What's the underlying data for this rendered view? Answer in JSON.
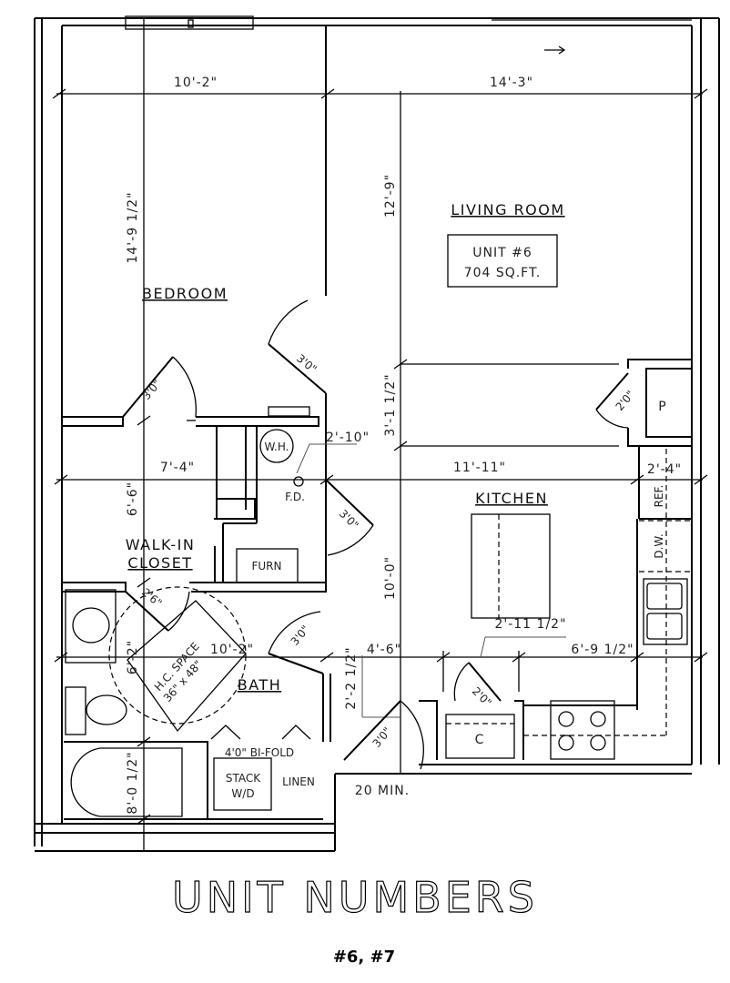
{
  "plan": {
    "dims": {
      "bedroom_width": "10'-2\"",
      "living_width": "14'-3\"",
      "bedroom_depth": "14'-9 1/2\"",
      "living_depth": "12'-9\"",
      "pantry_offset": "3'-1 1/2\"",
      "closet_width": "7'-4\"",
      "kitchen_width": "11'-11\"",
      "ref_width": "2'-4\"",
      "closet_depth": "6'-6\"",
      "kitchen_depth": "10'-0\"",
      "bath_width": "10'-2\"",
      "hall_width": "4'-6\"",
      "counter_width": "6'-9 1/2\"",
      "island_gap": "2'-11 1/2\"",
      "hall_depth": "2'-2 1/2\"",
      "bath_depth": "6'-2\"",
      "tub_depth": "8'-0 1/2\"",
      "wh_clear": "2'-10\"",
      "min_clear": "20 MIN."
    },
    "doors": {
      "bedroom": "3'0\"",
      "closet": "3'0\"",
      "mech": "3'0\"",
      "closet_bath": "2'6\"",
      "bath": "3'0\"",
      "entry": "3'0\"",
      "pantry": "2'0\"",
      "coat": "2'0\""
    },
    "rooms": {
      "living": "LIVING ROOM",
      "bedroom": "BEDROOM",
      "kitchen": "KITCHEN",
      "closet_line1": "WALK-IN",
      "closet_line2": "CLOSET",
      "bath": "BATH"
    },
    "unit_box": {
      "line1": "UNIT #6",
      "line2": "704 SQ.FT."
    },
    "fixtures": {
      "pantry": "P",
      "water_heater": "W.H.",
      "floor_drain": "F.D.",
      "refrigerator": "REF.",
      "dishwasher": "D.W.",
      "furnace": "FURN",
      "coat": "C",
      "hc_line1": "H.C. SPACE",
      "hc_line2": "36\" x 48\"",
      "bifold": "4'0\" BI-FOLD",
      "stack_line1": "STACK",
      "stack_line2": "W/D",
      "linen": "LINEN"
    }
  },
  "title": "UNIT NUMBERS",
  "units": "#6, #7"
}
